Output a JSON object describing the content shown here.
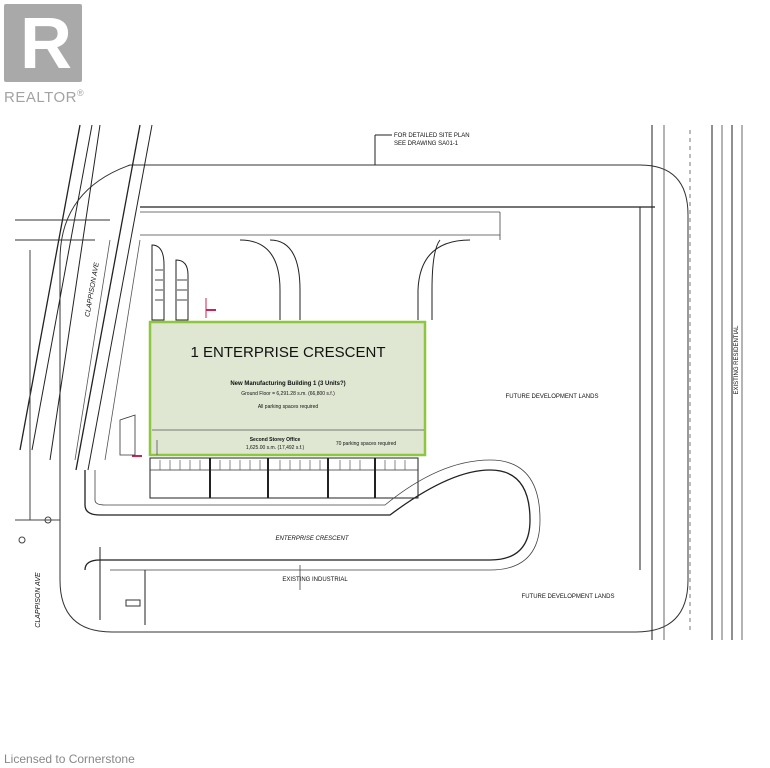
{
  "watermark": {
    "brand": "REALTOR",
    "mark": "R",
    "registered": "®"
  },
  "plan": {
    "note_line1": "FOR DETAILED SITE PLAN",
    "note_line2": "SEE DRAWING SA01-1",
    "building_name": "1 ENTERPRISE CRESCENT",
    "building_subtitle": "New Manufacturing Building 1 (3 Units?)",
    "building_area": "Ground Floor = 6,291.28 s.m. (66,800 s.f.)",
    "building_parking": "All parking spaces required",
    "office_label": "Second Storey Office",
    "office_area": "1,625.00 s.m. (17,492 s.f.)",
    "office_parking": "70 parking spaces required",
    "future_dev_east": "FUTURE DEVELOPMENT LANDS",
    "future_dev_south": "FUTURE DEVELOPMENT LANDS",
    "existing_industrial": "EXISTING INDUSTRIAL",
    "existing_residential": "EXISTING RESIDENTIAL",
    "street_crescent": "ENTERPRISE CRESCENT",
    "street_clappison_north": "CLAPPISON AVE",
    "street_clappison_south": "CLAPPISON AVE",
    "accent_color": "#8dc63f"
  },
  "footer": {
    "license": "Licensed to Cornerstone"
  }
}
